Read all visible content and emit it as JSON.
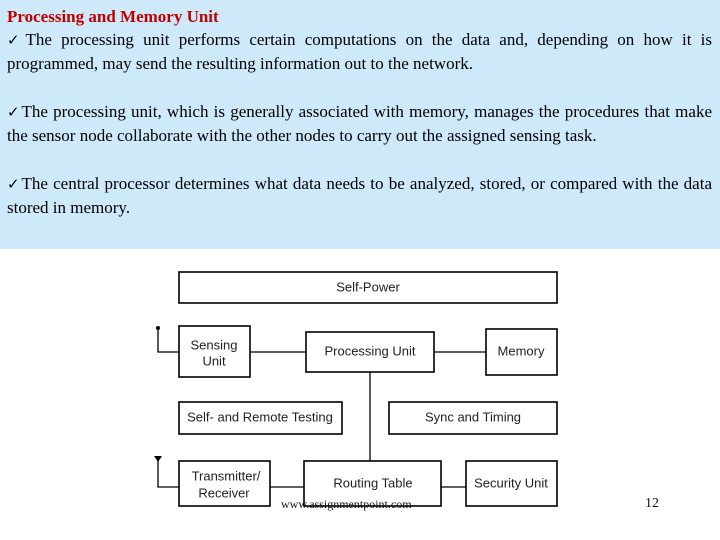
{
  "slide": {
    "title": "Processing and Memory Unit",
    "bullets": [
      "The processing unit performs certain computations on the data and, depending on how it is programmed, may send the resulting information out to the network.",
      "The processing unit, which is generally associated with memory, manages the procedures that make the sensor node collaborate with the other nodes to carry out the assigned sensing task.",
      "The central processor determines what data needs to be analyzed, stored, or compared with the data stored in memory."
    ],
    "check_glyph": "✓"
  },
  "diagram": {
    "self_power": "Self-Power",
    "sensing_unit_1": "Sensing",
    "sensing_unit_2": "Unit",
    "processing_unit": "Processing Unit",
    "memory": "Memory",
    "self_remote_testing": "Self- and Remote Testing",
    "sync_timing": "Sync and Timing",
    "transmitter_1": "Transmitter/",
    "transmitter_2": "Receiver",
    "routing_table": "Routing Table",
    "security_unit": "Security Unit"
  },
  "footer": {
    "website": "www.assignmentpoint.com",
    "page_number": "12"
  }
}
